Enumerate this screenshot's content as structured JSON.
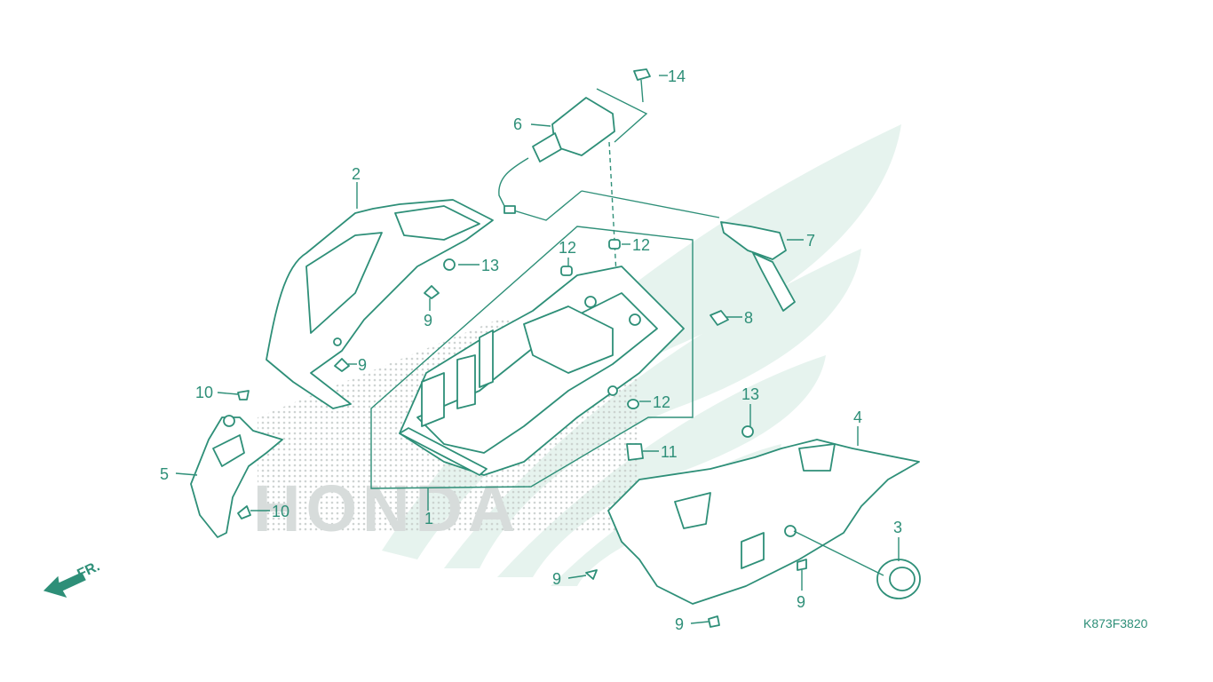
{
  "diagram": {
    "code": "K873F3820",
    "direction_label": "FR.",
    "colors": {
      "line": "#2e8f78",
      "watermark": "#e6f3ee",
      "dots": "#c9cfcd"
    },
    "callouts": [
      "1",
      "2",
      "3",
      "4",
      "5",
      "6",
      "7",
      "8",
      "9",
      "9",
      "9",
      "9",
      "9",
      "10",
      "10",
      "11",
      "12",
      "12",
      "12",
      "13",
      "13",
      "14"
    ]
  }
}
